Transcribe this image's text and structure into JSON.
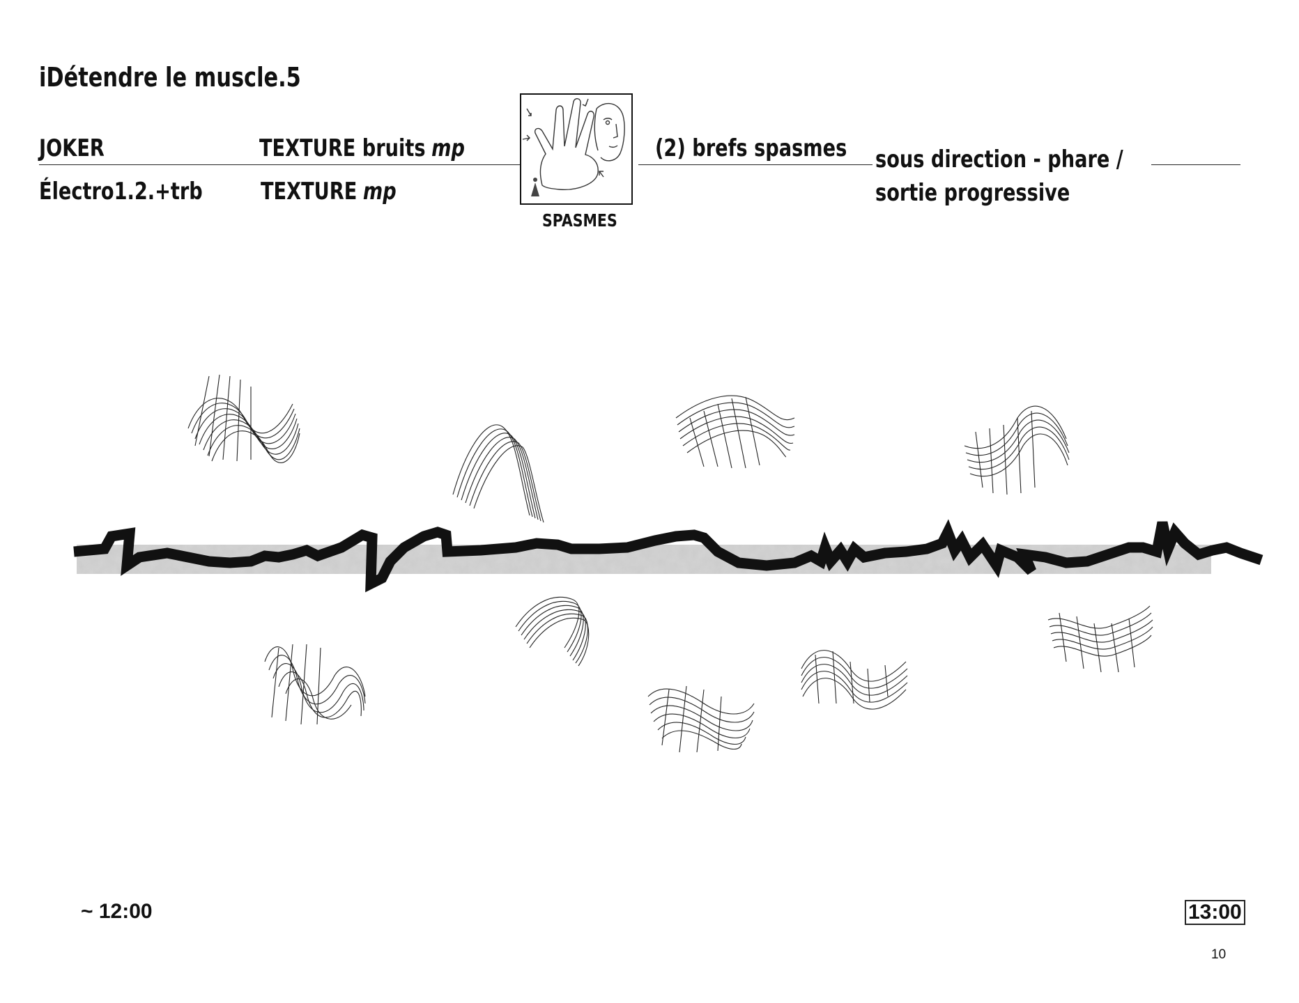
{
  "header": {
    "title": "iDétendre le muscle.5"
  },
  "parts": {
    "left_col1_row1": "JOKER",
    "left_col1_row2": "Électro1.2.+trb",
    "left_col2_row1_main": "TEXTURE bruits",
    "left_col2_row1_dyn": "mp",
    "left_col2_row2_main": "TEXTURE",
    "left_col2_row2_dyn": "mp"
  },
  "pictogram": {
    "caption": "SPASMES",
    "icon": "hand-and-face-sketch-icon"
  },
  "right": {
    "event": "(2) brefs spasmes",
    "direction_line1": "sous direction - phare /",
    "direction_line2": "sortie progressive"
  },
  "timeline": {
    "start_time": "~ 12:00",
    "end_time": "13:00"
  },
  "page_number": "10",
  "colors": {
    "ink": "#111111",
    "band": "#c9c9c9"
  }
}
